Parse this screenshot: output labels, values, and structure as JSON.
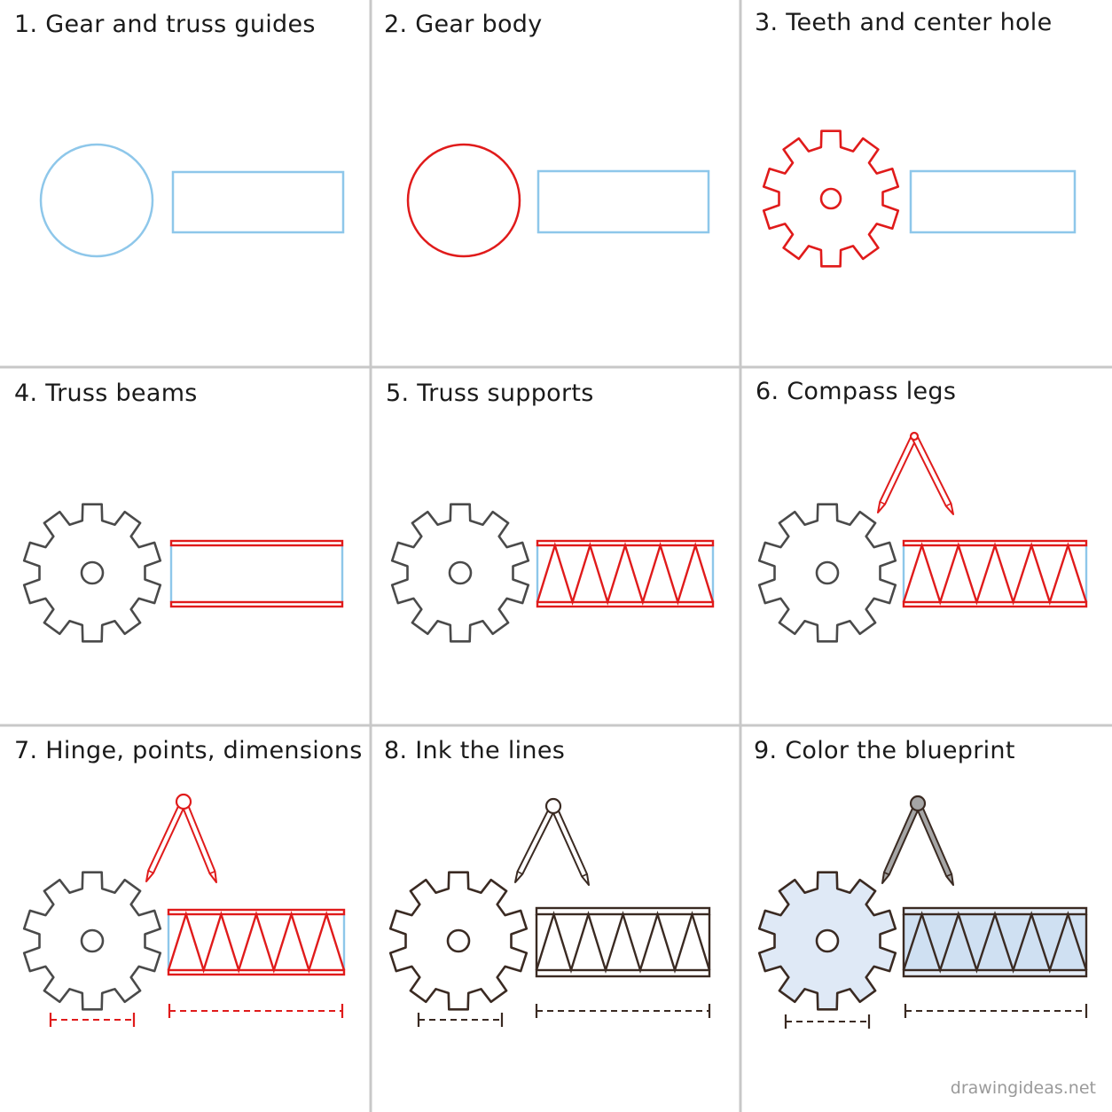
{
  "steps": [
    {
      "title": "1. Gear and truss guides"
    },
    {
      "title": "2. Gear body"
    },
    {
      "title": "3. Teeth and center hole"
    },
    {
      "title": "4. Truss beams"
    },
    {
      "title": "5. Truss supports"
    },
    {
      "title": "6. Compass legs"
    },
    {
      "title": "7. Hinge, points, dimensions"
    },
    {
      "title": "8. Ink the lines"
    },
    {
      "title": "9. Color the blueprint"
    }
  ],
  "watermark": "drawingideas.net",
  "colors": {
    "guide": "#8ec7ea",
    "new_stroke": "#e01b1b",
    "pencil": "#4a4a4a",
    "ink": "#3a2a22",
    "fill_light": "#dfe9f6",
    "fill_truss": "#cfe0f2",
    "compass_fill": "#a5a5a5",
    "grid_line": "#c8c8c8"
  },
  "icons": [
    "gear-icon",
    "truss-icon",
    "compass-icon",
    "dimension-line-icon"
  ]
}
